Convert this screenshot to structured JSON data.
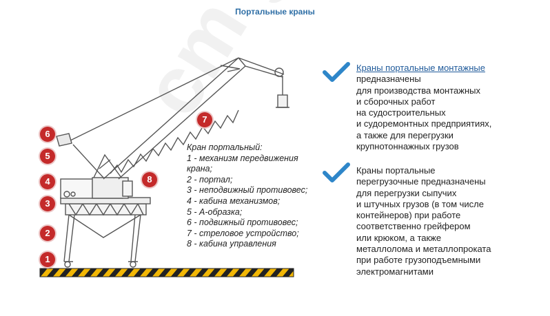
{
  "title": "Портальные краны",
  "watermark": "cm gaz",
  "diagram": {
    "legend_lines": [
      "Кран портальный:",
      "1 - механизм передвижения",
      "крана;",
      "2 - портал;",
      "3 - неподвижный противовес;",
      "4 - кабина механизмов;",
      "5 - А-образка;",
      "6 - подвижный противовес;",
      "7 - стреловое устройство;",
      "8 - кабина управления"
    ],
    "markers": [
      "1",
      "2",
      "3",
      "4",
      "5",
      "6",
      "7",
      "8"
    ]
  },
  "info": {
    "block1": {
      "link": "Краны портальные монтажные",
      "lines": [
        "предназначены",
        "для производства монтажных",
        "и сборочных работ",
        "на судостроительных",
        "и судоремонтных предприятиях,",
        "а также для перегрузки",
        "крупнотоннажных грузов"
      ]
    },
    "block2": {
      "lines": [
        "Краны портальные",
        "перегрузочные предназначены",
        "для перегрузки сыпучих",
        "и штучных грузов (в том числе",
        "контейнеров) при работе",
        "соответственно грейфером",
        "или крюком, а также",
        "металлолома и металлопроката",
        "при работе грузоподъемными",
        "электромагнитами"
      ]
    }
  },
  "colors": {
    "title": "#2f6fa6",
    "marker": "#c42a2a",
    "check": "#2e86c9",
    "link": "#1f5a9a"
  },
  "icons": [
    "checkmark-icon"
  ]
}
